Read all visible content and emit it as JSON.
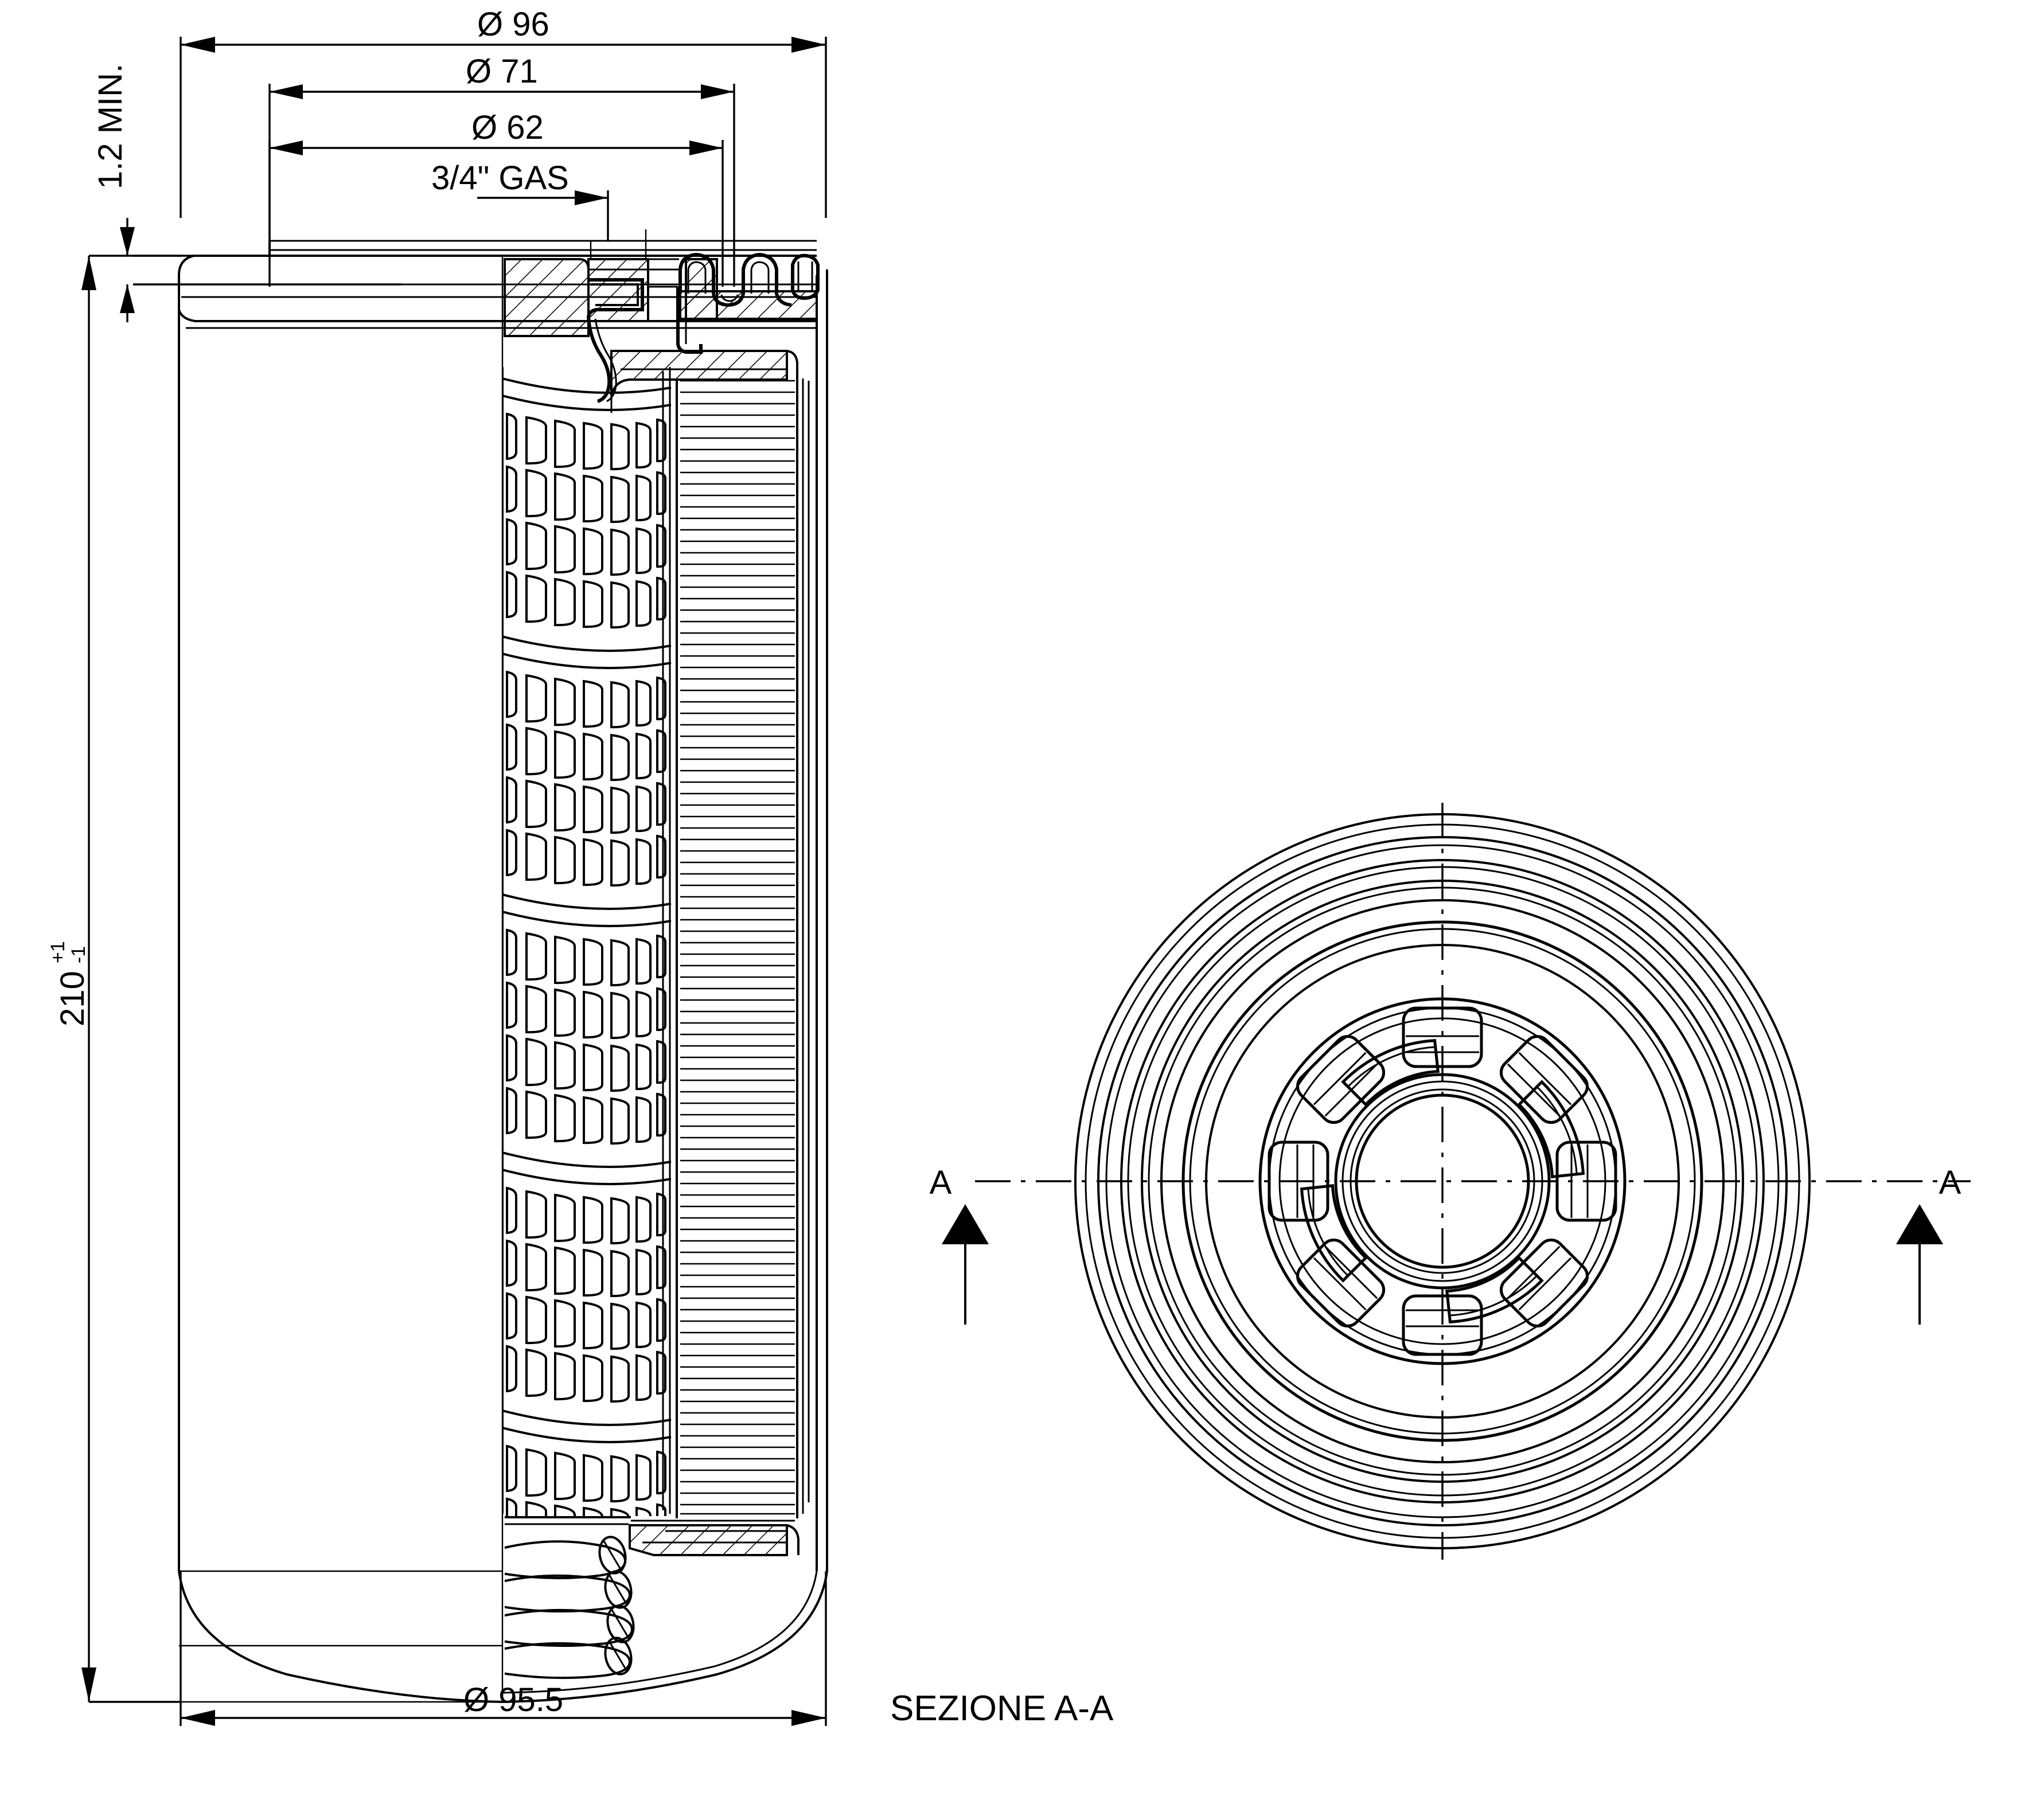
{
  "drawing": {
    "title": "Spin-on filter cross-section technical drawing",
    "background_color": "#ffffff",
    "line_color": "#000000"
  },
  "dimensions": {
    "outer_diameter": "Ø 96",
    "gasket_diameter": "Ø 71",
    "seal_diameter": "Ø 62",
    "thread_size": "3/4\" GAS",
    "gasket_height": "1.2 MIN.",
    "total_length": "210",
    "total_length_tol_upper": "+1",
    "total_length_tol_lower": "-1",
    "body_diameter": "Ø 95.5"
  },
  "views": {
    "section_label": "SEZIONE A-A",
    "section_arrow_left": "A",
    "section_arrow_right": "A"
  },
  "chart_data": {
    "type": "table",
    "title": "Spin-on filter dimensions",
    "categories": [
      "Ø 96",
      "Ø 71",
      "Ø 62",
      "3/4\" GAS",
      "1.2 MIN.",
      "210 +1/-1",
      "Ø 95.5"
    ],
    "values": [
      96,
      71,
      62,
      0.75,
      1.2,
      210,
      95.5
    ]
  }
}
